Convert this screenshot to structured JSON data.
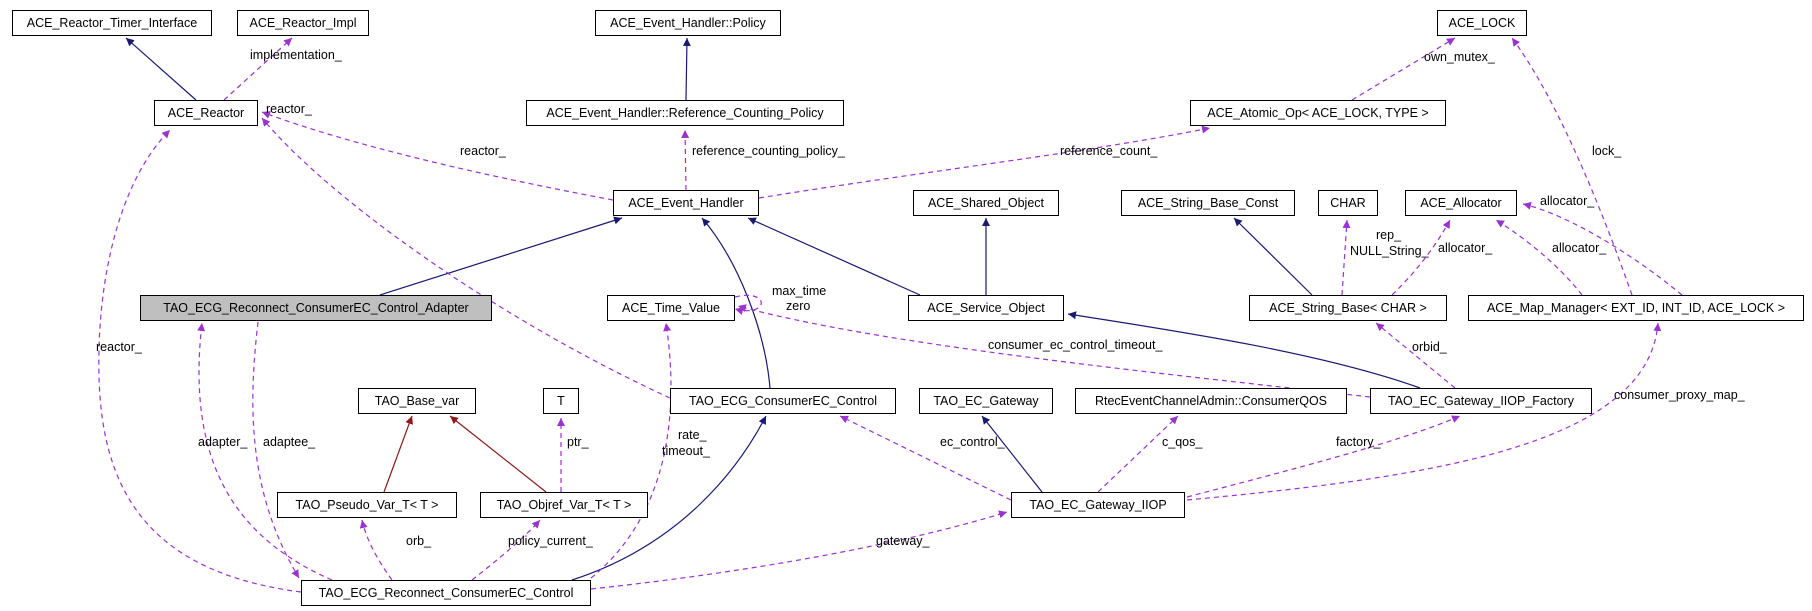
{
  "diagram": {
    "kind": "doxygen-collaboration-graph",
    "colors": {
      "inheritance_edge": "#191970",
      "usage_edge": "#9a32cd",
      "template_inheritance_edge": "#8b1a1a",
      "node_border": "#000000",
      "node_bg": "#ffffff",
      "highlighted_node_bg": "#bfbfbf"
    },
    "nodes": [
      {
        "id": "ace-reactor-timer-interface",
        "label": "ACE_Reactor_Timer_Interface"
      },
      {
        "id": "ace-reactor-impl",
        "label": "ACE_Reactor_Impl"
      },
      {
        "id": "ace-event-handler-policy",
        "label": "ACE_Event_Handler::Policy"
      },
      {
        "id": "ace-lock",
        "label": "ACE_LOCK"
      },
      {
        "id": "ace-reactor",
        "label": "ACE_Reactor"
      },
      {
        "id": "ace-event-handler-reference-counting-policy",
        "label": "ACE_Event_Handler::Reference_Counting_Policy"
      },
      {
        "id": "ace-atomic-op",
        "label": "ACE_Atomic_Op< ACE_LOCK, TYPE >"
      },
      {
        "id": "ace-event-handler",
        "label": "ACE_Event_Handler"
      },
      {
        "id": "ace-shared-object",
        "label": "ACE_Shared_Object"
      },
      {
        "id": "ace-string-base-const",
        "label": "ACE_String_Base_Const"
      },
      {
        "id": "char",
        "label": "CHAR"
      },
      {
        "id": "ace-allocator",
        "label": "ACE_Allocator"
      },
      {
        "id": "tao-ecg-reconnect-consumerec-control-adapter",
        "label": "TAO_ECG_Reconnect_ConsumerEC_Control_Adapter"
      },
      {
        "id": "ace-time-value",
        "label": "ACE_Time_Value"
      },
      {
        "id": "ace-service-object",
        "label": "ACE_Service_Object"
      },
      {
        "id": "ace-string-base",
        "label": "ACE_String_Base< CHAR >"
      },
      {
        "id": "ace-map-manager",
        "label": "ACE_Map_Manager< EXT_ID, INT_ID, ACE_LOCK >"
      },
      {
        "id": "tao-base-var",
        "label": "TAO_Base_var"
      },
      {
        "id": "t",
        "label": "T"
      },
      {
        "id": "tao-ecg-consumerec-control",
        "label": "TAO_ECG_ConsumerEC_Control"
      },
      {
        "id": "tao-ec-gateway",
        "label": "TAO_EC_Gateway"
      },
      {
        "id": "rteceventchanneladmin-consumerqos",
        "label": "RtecEventChannelAdmin::ConsumerQOS"
      },
      {
        "id": "tao-ec-gateway-iiop-factory",
        "label": "TAO_EC_Gateway_IIOP_Factory"
      },
      {
        "id": "tao-pseudo-var-t",
        "label": "TAO_Pseudo_Var_T< T >"
      },
      {
        "id": "tao-objref-var-t",
        "label": "TAO_Objref_Var_T< T >"
      },
      {
        "id": "tao-ec-gateway-iiop",
        "label": "TAO_EC_Gateway_IIOP"
      },
      {
        "id": "tao-ecg-reconnect-consumerec-control",
        "label": "TAO_ECG_Reconnect_ConsumerEC_Control"
      }
    ],
    "edge_labels": [
      {
        "text": "implementation_"
      },
      {
        "text": "reactor_"
      },
      {
        "text": "reactor_"
      },
      {
        "text": "reference_counting_policy_"
      },
      {
        "text": "reference_count_"
      },
      {
        "text": "own_mutex_"
      },
      {
        "text": "lock_"
      },
      {
        "text": "rep_"
      },
      {
        "text": "NULL_String_"
      },
      {
        "text": "allocator_"
      },
      {
        "text": "allocator_"
      },
      {
        "text": "allocator_"
      },
      {
        "text": "max_time"
      },
      {
        "text": "zero"
      },
      {
        "text": "reactor_"
      },
      {
        "text": "consumer_ec_control_timeout_"
      },
      {
        "text": "orbid_"
      },
      {
        "text": "consumer_proxy_map_"
      },
      {
        "text": "adapter_"
      },
      {
        "text": "adaptee_"
      },
      {
        "text": "ptr_"
      },
      {
        "text": "rate_"
      },
      {
        "text": "timeout_"
      },
      {
        "text": "ec_control_"
      },
      {
        "text": "c_qos_"
      },
      {
        "text": "factory_"
      },
      {
        "text": "orb_"
      },
      {
        "text": "policy_current_"
      },
      {
        "text": "gateway_"
      }
    ],
    "edges": [
      {
        "from": "ACE_Reactor",
        "to": "ACE_Reactor_Timer_Interface",
        "relation": "inheritance",
        "label": ""
      },
      {
        "from": "ACE_Reactor",
        "to": "ACE_Reactor_Impl",
        "relation": "usage",
        "label": "implementation_"
      },
      {
        "from": "ACE_Event_Handler",
        "to": "ACE_Reactor",
        "relation": "usage",
        "label": "reactor_"
      },
      {
        "from": "TAO_ECG_ConsumerEC_Control",
        "to": "ACE_Reactor",
        "relation": "usage",
        "label": "reactor_"
      },
      {
        "from": "TAO_ECG_Reconnect_ConsumerEC_Control",
        "to": "ACE_Reactor",
        "relation": "usage",
        "label": "reactor_"
      },
      {
        "from": "ACE_Event_Handler::Reference_Counting_Policy",
        "to": "ACE_Event_Handler::Policy",
        "relation": "inheritance",
        "label": ""
      },
      {
        "from": "ACE_Event_Handler",
        "to": "ACE_Event_Handler::Reference_Counting_Policy",
        "relation": "usage",
        "label": "reference_counting_policy_"
      },
      {
        "from": "ACE_Event_Handler",
        "to": "ACE_Atomic_Op< ACE_LOCK, TYPE >",
        "relation": "usage",
        "label": "reference_count_"
      },
      {
        "from": "ACE_Atomic_Op< ACE_LOCK, TYPE >",
        "to": "ACE_LOCK",
        "relation": "usage",
        "label": "own_mutex_"
      },
      {
        "from": "ACE_Map_Manager< EXT_ID, INT_ID, ACE_LOCK >",
        "to": "ACE_LOCK",
        "relation": "usage",
        "label": "lock_"
      },
      {
        "from": "ACE_String_Base< CHAR >",
        "to": "ACE_String_Base_Const",
        "relation": "inheritance",
        "label": ""
      },
      {
        "from": "ACE_String_Base< CHAR >",
        "to": "CHAR",
        "relation": "usage",
        "label": "rep_ / NULL_String_"
      },
      {
        "from": "ACE_String_Base< CHAR >",
        "to": "ACE_Allocator",
        "relation": "usage",
        "label": "allocator_"
      },
      {
        "from": "ACE_Map_Manager< EXT_ID, INT_ID, ACE_LOCK >",
        "to": "ACE_Allocator",
        "relation": "usage",
        "label": "allocator_"
      },
      {
        "from": "ACE_Map_Manager< EXT_ID, INT_ID, ACE_LOCK >",
        "to": "ACE_Allocator",
        "relation": "usage",
        "label": "allocator_"
      },
      {
        "from": "TAO_ECG_Reconnect_ConsumerEC_Control_Adapter",
        "to": "ACE_Event_Handler",
        "relation": "inheritance",
        "label": ""
      },
      {
        "from": "ACE_Service_Object",
        "to": "ACE_Event_Handler",
        "relation": "inheritance",
        "label": ""
      },
      {
        "from": "ACE_Service_Object",
        "to": "ACE_Shared_Object",
        "relation": "inheritance",
        "label": ""
      },
      {
        "from": "TAO_ECG_ConsumerEC_Control",
        "to": "ACE_Event_Handler",
        "relation": "inheritance",
        "label": ""
      },
      {
        "from": "ACE_Time_Value",
        "to": "ACE_Time_Value",
        "relation": "usage",
        "label": "max_time / zero"
      },
      {
        "from": "TAO_EC_Gateway_IIOP_Factory",
        "to": "ACE_Time_Value",
        "relation": "usage",
        "label": "consumer_ec_control_timeout_"
      },
      {
        "from": "TAO_EC_Gateway_IIOP_Factory",
        "to": "ACE_String_Base< CHAR >",
        "relation": "usage",
        "label": "orbid_"
      },
      {
        "from": "TAO_EC_Gateway_IIOP_Factory",
        "to": "ACE_Service_Object",
        "relation": "inheritance",
        "label": ""
      },
      {
        "from": "TAO_EC_Gateway_IIOP",
        "to": "TAO_EC_Gateway",
        "relation": "inheritance",
        "label": ""
      },
      {
        "from": "TAO_EC_Gateway_IIOP",
        "to": "TAO_ECG_ConsumerEC_Control",
        "relation": "usage",
        "label": "ec_control_"
      },
      {
        "from": "TAO_EC_Gateway_IIOP",
        "to": "RtecEventChannelAdmin::ConsumerQOS",
        "relation": "usage",
        "label": "c_qos_"
      },
      {
        "from": "TAO_EC_Gateway_IIOP",
        "to": "TAO_EC_Gateway_IIOP_Factory",
        "relation": "usage",
        "label": "factory_"
      },
      {
        "from": "TAO_EC_Gateway_IIOP",
        "to": "ACE_Map_Manager< EXT_ID, INT_ID, ACE_LOCK >",
        "relation": "usage",
        "label": "consumer_proxy_map_"
      },
      {
        "from": "TAO_Pseudo_Var_T< T >",
        "to": "TAO_Base_var",
        "relation": "inheritance",
        "label": ""
      },
      {
        "from": "TAO_Objref_Var_T< T >",
        "to": "TAO_Base_var",
        "relation": "inheritance",
        "label": ""
      },
      {
        "from": "TAO_Objref_Var_T< T >",
        "to": "T",
        "relation": "usage",
        "label": "ptr_"
      },
      {
        "from": "TAO_ECG_Reconnect_ConsumerEC_Control",
        "to": "TAO_ECG_ConsumerEC_Control",
        "relation": "inheritance",
        "label": ""
      },
      {
        "from": "TAO_ECG_Reconnect_ConsumerEC_Control",
        "to": "TAO_ECG_Reconnect_ConsumerEC_Control_Adapter",
        "relation": "usage",
        "label": "adapter_"
      },
      {
        "from": "TAO_ECG_Reconnect_ConsumerEC_Control_Adapter",
        "to": "TAO_ECG_Reconnect_ConsumerEC_Control",
        "relation": "usage",
        "label": "adaptee_"
      },
      {
        "from": "TAO_ECG_Reconnect_ConsumerEC_Control",
        "to": "ACE_Time_Value",
        "relation": "usage",
        "label": "rate_ / timeout_"
      },
      {
        "from": "TAO_ECG_Reconnect_ConsumerEC_Control",
        "to": "TAO_Pseudo_Var_T< T >",
        "relation": "usage",
        "label": "orb_"
      },
      {
        "from": "TAO_ECG_Reconnect_ConsumerEC_Control",
        "to": "TAO_Objref_Var_T< T >",
        "relation": "usage",
        "label": "policy_current_"
      },
      {
        "from": "TAO_ECG_Reconnect_ConsumerEC_Control",
        "to": "TAO_EC_Gateway_IIOP",
        "relation": "usage",
        "label": "gateway_"
      }
    ]
  }
}
